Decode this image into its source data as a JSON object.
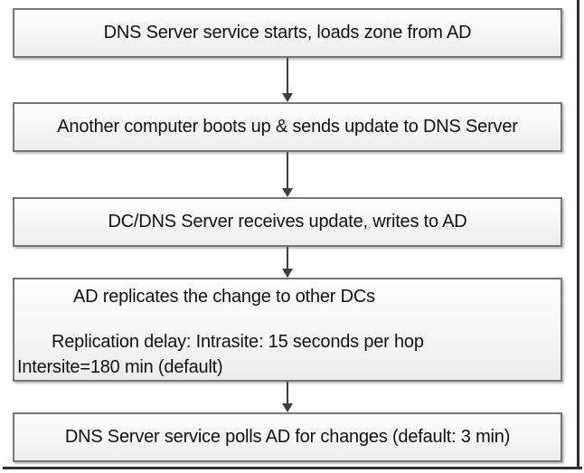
{
  "flowchart": {
    "steps": [
      {
        "label": "DNS Server service starts, loads zone from AD"
      },
      {
        "label": "Another computer boots up & sends update to DNS Server"
      },
      {
        "label": "DC/DNS Server receives update, writes to AD"
      },
      {
        "line1": "AD replicates the change to other DCs",
        "line2": "Replication delay: Intrasite: 15 seconds per hop",
        "line3": "Intersite=180 min (default)"
      },
      {
        "label": "DNS Server service polls AD for changes (default: 3 min)"
      }
    ],
    "colors": {
      "box_border": "#767676",
      "box_fill_top": "#fefefe",
      "box_fill_bottom": "#ececec",
      "arrow": "#3f3f3f",
      "frame": "#303030",
      "text": "#111111"
    }
  }
}
